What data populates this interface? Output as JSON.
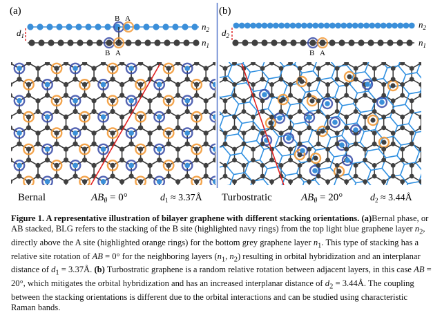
{
  "figure": {
    "panel_a": {
      "tag": "(a)",
      "top_label": "n",
      "top_label_sub": "2",
      "bottom_label": "n",
      "bottom_label_sub": "1",
      "gap_label": "d",
      "gap_label_sub": "1",
      "site_b": "B",
      "site_a": "A",
      "name": "Bernal",
      "angle_var": "AB",
      "angle_sub": "θ",
      "angle_value": " = 0°",
      "dist_var": "d",
      "dist_sub": "1",
      "dist_value": " ≈ 3.37Å"
    },
    "panel_b": {
      "tag": "(b)",
      "top_label": "n",
      "top_label_sub": "2",
      "bottom_label": "n",
      "bottom_label_sub": "1",
      "gap_label": "d",
      "gap_label_sub": "2",
      "site_b": "B",
      "site_a": "A",
      "name": "Turbostratic",
      "angle_var": "AB",
      "angle_sub": "θ",
      "angle_value": " = 20°",
      "dist_var": "d",
      "dist_sub": "2",
      "dist_value": " ≈ 3.44Å"
    },
    "colors": {
      "top_layer": "#3b8fd9",
      "bottom_layer": "#404040",
      "navy_ring": "#3549a6",
      "orange_ring": "#f29a38",
      "divider": "#5577cc",
      "stacking_line": "#e02020",
      "gap_marker": "#e03030"
    }
  },
  "caption": {
    "title": "Figure 1.  A representative illustration of bilayer graphene with different stacking orientations.",
    "s1": " (a)",
    "s2": "Bernal phase, or AB stacked, BLG refers to the stacking of the B site (highlighted navy rings) from the top light blue graphene layer ",
    "s3": "n",
    "s4": "2",
    "s5": ", directly above the A site (highlighted orange rings) for the bottom grey graphene layer ",
    "s6": "n",
    "s7": "1",
    "s8": ". This type of stacking has a relative site rotation of ",
    "s9": "AB",
    "s10": " = 0° for the neighboring layers (",
    "s11": "n",
    "s12": "1",
    "s13": ", ",
    "s14": "n",
    "s15": "2",
    "s16": ") resulting in orbital hybridization and an interplanar distance of ",
    "s17": "d",
    "s18": "1",
    "s19": " = 3.37Å.",
    "s20": " (b)",
    "s21": " Turbostratic graphene is a random relative rotation between adjacent layers, in this case ",
    "s22": "AB",
    "s23": " = 20°, which mitigates the orbital hybridization and has an increased interplanar distance of ",
    "s24": "d",
    "s25": "2",
    "s26": " = 3.44Å. The coupling between the stacking orientations is different due to the orbital interactions and can be studied using characteristic Raman bands."
  }
}
